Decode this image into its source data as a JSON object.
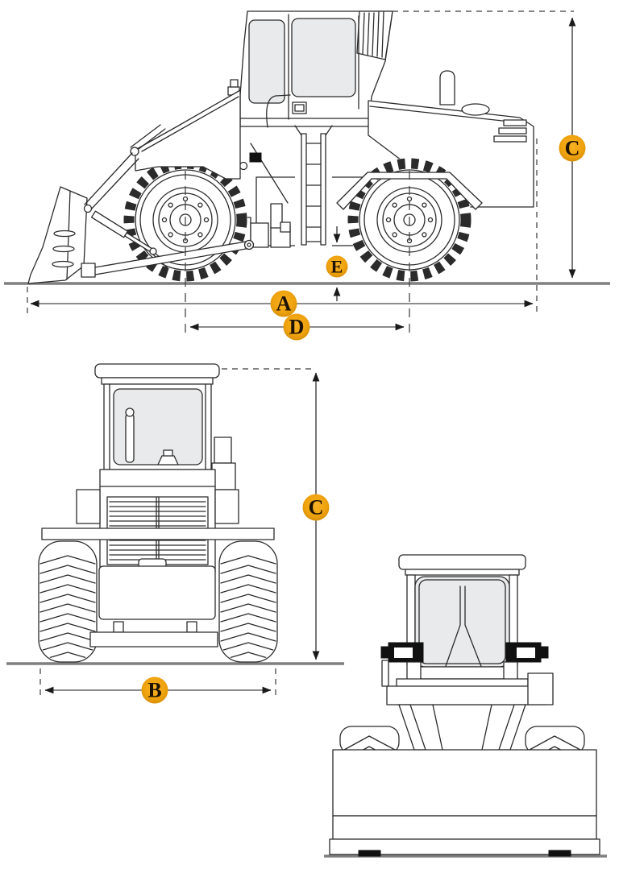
{
  "figure": {
    "type": "technical-dimension-diagram",
    "subject": "wheel-loader-orthographic-views",
    "views": [
      {
        "id": "side-view",
        "dimension_markers": [
          "C",
          "A",
          "D",
          "E"
        ]
      },
      {
        "id": "front-view",
        "dimension_markers": [
          "C",
          "B"
        ]
      },
      {
        "id": "blade-front-view",
        "dimension_markers": []
      }
    ]
  },
  "labels": {
    "A": "A",
    "B": "B",
    "C": "C",
    "D": "D",
    "E": "E"
  },
  "colors": {
    "label_fill": "#EFA20D",
    "label_fill_highlight": "#F7B125",
    "label_fill_edge": "#D18C06",
    "label_text": "#1D1300",
    "line_art": "#2B2B2B",
    "dimension_line": "#8C8C8C",
    "arrowhead": "#1A1A1A",
    "ground_line": "#7F7F7F",
    "glass_tint": "#E8EAEC",
    "background": "#FFFFFF"
  }
}
